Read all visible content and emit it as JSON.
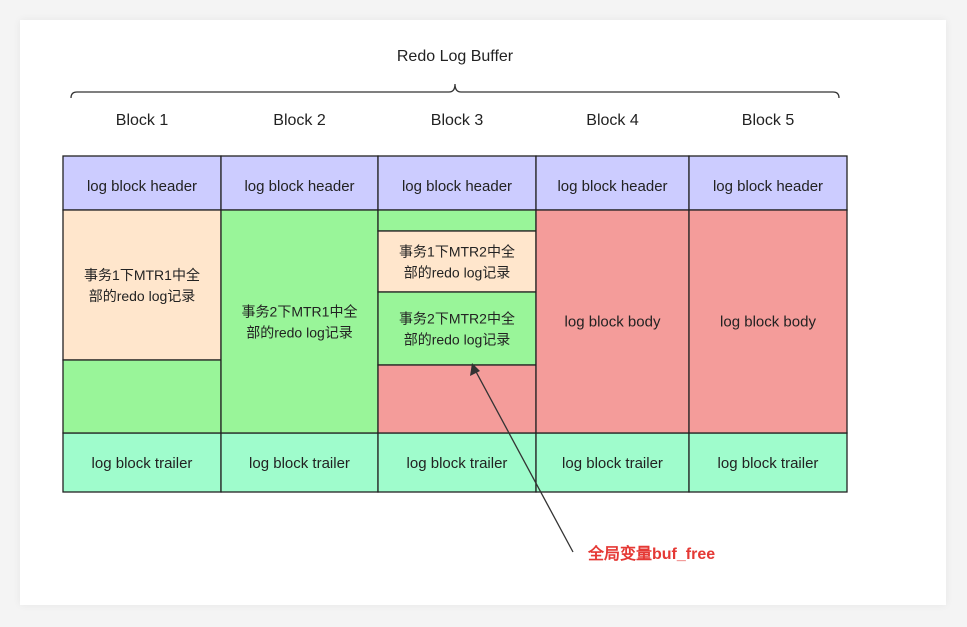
{
  "title": "Redo Log Buffer",
  "blocks": [
    {
      "label": "Block 1",
      "header": "log block header",
      "trailer": "log block trailer",
      "body": [
        {
          "text": [
            "事务1下MTR1中全",
            "部的redo log记录"
          ],
          "kind": "mtr1"
        }
      ]
    },
    {
      "label": "Block 2",
      "header": "log block header",
      "trailer": "log block trailer",
      "body": [
        {
          "text": [
            "事务2下MTR1中全",
            "部的redo log记录"
          ],
          "kind": "mtr2"
        }
      ]
    },
    {
      "label": "Block 3",
      "header": "log block header",
      "trailer": "log block trailer",
      "body": [
        {
          "text": [
            "事务1下MTR2中全",
            "部的redo log记录"
          ],
          "kind": "mtr1"
        },
        {
          "text": [
            "事务2下MTR2中全",
            "部的redo log记录"
          ],
          "kind": "mtr2"
        }
      ]
    },
    {
      "label": "Block 4",
      "header": "log block header",
      "trailer": "log block trailer",
      "body_text": "log block body"
    },
    {
      "label": "Block 5",
      "header": "log block header",
      "trailer": "log block trailer",
      "body_text": "log block body"
    }
  ],
  "pointer_label": "全局变量buf_free",
  "colors": {
    "header": "#ccccff",
    "trx1": "#ffe6cc",
    "trx2": "#99f599",
    "free": "#f49c9a",
    "trailer": "#9ffccc",
    "pointer": "#e53935"
  }
}
